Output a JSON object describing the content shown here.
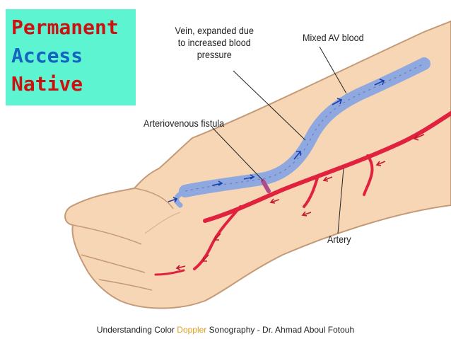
{
  "title": {
    "line1": "Permanent",
    "line2": "Access",
    "line3": "Native"
  },
  "colors": {
    "title_bg": "#5df4d2",
    "line1": "#cc1111",
    "line2": "#1565c0",
    "line3": "#cc1111",
    "skin": "#f6d6b4",
    "skin_outline": "#c49a78",
    "vein": "#8fa8e0",
    "artery": "#e0223f",
    "footer_highlight": "#e0a020"
  },
  "labels": {
    "vein_line1": "Vein, expanded due",
    "vein_line2": "to increased blood",
    "vein_line3": "pressure",
    "mixed": "Mixed AV blood",
    "fistula": "Arteriovenous fistula",
    "artery": "Artery"
  },
  "footer": {
    "part1": "Understanding Color ",
    "part2": "Doppler",
    "part3": " Sonography  - Dr. Ahmad Aboul Fotouh"
  }
}
